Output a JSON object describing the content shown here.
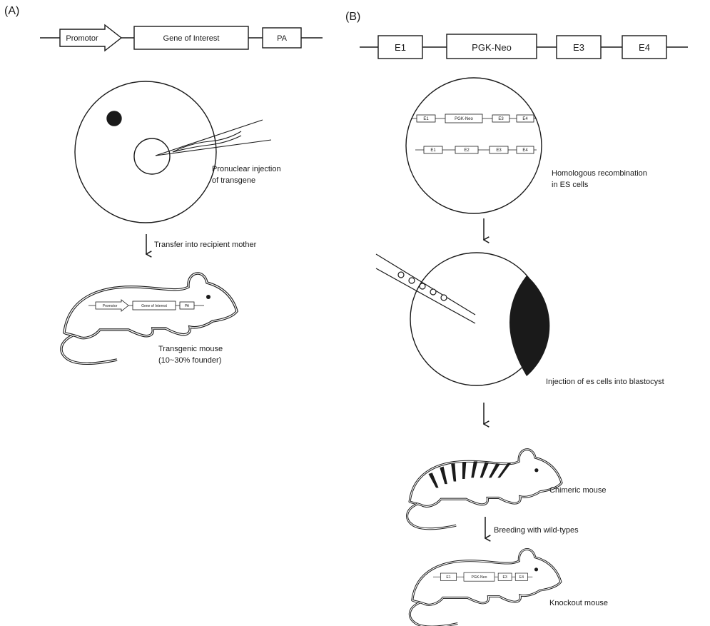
{
  "panel_a": {
    "label": "(A)",
    "construct": {
      "promoter": "Promotor",
      "gene": "Gene of Interest",
      "polya": "PA"
    },
    "injection_caption": [
      "Pronuclear injection",
      "of transgene"
    ],
    "transfer_caption": "Transfer into recipient mother",
    "mouse_construct": {
      "promoter": "Promotor",
      "gene": "Gene of Interest",
      "polya": "PA"
    },
    "mouse_caption": [
      "Transgenic mouse",
      "(10~30% founder)"
    ]
  },
  "panel_b": {
    "label": "(B)",
    "construct": {
      "e1": "E1",
      "neo": "PGK-Neo",
      "e3": "E3",
      "e4": "E4"
    },
    "recomb_top": {
      "e1": "E1",
      "neo": "PGK-Neo",
      "e3": "E3",
      "e4": "E4"
    },
    "recomb_bottom": {
      "e1": "E1",
      "e2": "E2",
      "e3": "E3",
      "e4": "E4"
    },
    "recomb_caption": [
      "Homologous recombination",
      "in ES cells"
    ],
    "blastocyst_caption": "Injection of es cells into blastocyst",
    "chimeric_caption": "Chimeric mouse",
    "breeding_caption": "Breeding with wild-types",
    "ko_construct": {
      "e1": "E1",
      "neo": "PGK-Neo",
      "e3": "E3",
      "e4": "E4"
    },
    "ko_caption": "Knockout mouse"
  },
  "colors": {
    "ink": "#1a1a1a",
    "background": "#ffffff"
  }
}
